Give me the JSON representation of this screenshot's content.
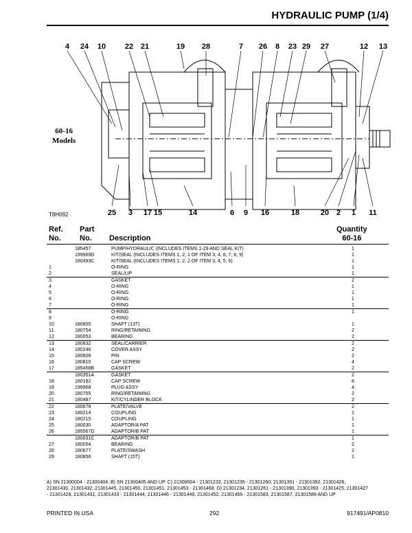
{
  "page": {
    "title": "HYDRAULIC PUMP (1/4)",
    "figure_id": "T8H092",
    "models_label_line1": "60-16",
    "models_label_line2": "Models"
  },
  "callouts_top": [
    "4",
    "24",
    "10",
    "22",
    "21",
    "19",
    "28",
    "7",
    "26",
    "8",
    "23",
    "29",
    "27",
    "12",
    "13"
  ],
  "callouts_bottom": [
    "25",
    "3",
    "17",
    "15",
    "14",
    "6",
    "9",
    "16",
    "18",
    "20",
    "2",
    "1",
    "11"
  ],
  "table_header": {
    "ref_line1": "Ref.",
    "ref_line2": "No.",
    "part_line1": "Part",
    "part_line2": "No.",
    "description": "Description",
    "qty_line1": "Quantity",
    "qty_line2": "60-16"
  },
  "rows": [
    {
      "ref": "",
      "part": "185457",
      "desc": "PUMP/HYDRAULIC (INCLUDES ITEMS 1-29 AND SEAL KIT)",
      "qty": "1",
      "sep": false
    },
    {
      "ref": "",
      "part": "199969D",
      "desc": "KIT/SEAL (INCLUDES ITEMS 1, 2, 1 OF  ITEM 3, 4, 6, 7, 8, 9)",
      "qty": "1",
      "sep": false
    },
    {
      "ref": "",
      "part": "180493C",
      "desc": "KIT/SEAL (INCLUDES ITEMS 1, 2, 2 OF ITEM 3, 4, 5, 6)",
      "qty": "1",
      "sep": false
    },
    {
      "ref": "1",
      "part": "",
      "desc": "O-RING",
      "qty": "1",
      "sep": false
    },
    {
      "ref": "2",
      "part": "",
      "desc": "SEAL/LIP",
      "qty": "1",
      "sep": false
    },
    {
      "ref": "3",
      "part": "",
      "desc": "GASKET",
      "qty": "2",
      "sep": true
    },
    {
      "ref": "4",
      "part": "",
      "desc": "O-RING",
      "qty": "1",
      "sep": false
    },
    {
      "ref": "5",
      "part": "",
      "desc": "O-RING",
      "qty": "1",
      "sep": false
    },
    {
      "ref": "6",
      "part": "",
      "desc": "O-RING",
      "qty": "1",
      "sep": false
    },
    {
      "ref": "7",
      "part": "",
      "desc": "O-RING",
      "qty": "1",
      "sep": false
    },
    {
      "ref": "8",
      "part": "",
      "desc": "O-RING",
      "qty": "1",
      "sep": true
    },
    {
      "ref": "9",
      "part": "",
      "desc": "O-RING",
      "qty": "",
      "sep": false
    },
    {
      "ref": "10",
      "part": "180855",
      "desc": "SHAFT (13T)",
      "qty": "1",
      "sep": false
    },
    {
      "ref": "11",
      "part": "180754",
      "desc": "RING/RETAINING",
      "qty": "2",
      "sep": false
    },
    {
      "ref": "12",
      "part": "180053",
      "desc": "BEARING",
      "qty": "2",
      "sep": false
    },
    {
      "ref": "13",
      "part": "180832",
      "desc": "SEAL/CARRIER",
      "qty": "2",
      "sep": true
    },
    {
      "ref": "14",
      "part": "180246",
      "desc": "COVER ASSY",
      "qty": "2",
      "sep": false
    },
    {
      "ref": "15",
      "part": "180609",
      "desc": "PIN",
      "qty": "2",
      "sep": false
    },
    {
      "ref": "16",
      "part": "180810",
      "desc": "CAP SCREW",
      "qty": "4",
      "sep": false
    },
    {
      "ref": "17",
      "part": "185458B",
      "desc": "GASKET",
      "qty": "2",
      "sep": false
    },
    {
      "ref": "",
      "part": "180351A",
      "desc": "GASKET",
      "qty": "2",
      "sep": true
    },
    {
      "ref": "18",
      "part": "180182",
      "desc": "CAP SCREW",
      "qty": "8",
      "sep": false
    },
    {
      "ref": "19",
      "part": "199968",
      "desc": "PLUG ASSY",
      "qty": "4",
      "sep": false
    },
    {
      "ref": "20",
      "part": "180755",
      "desc": "RING/RETAINING",
      "qty": "2",
      "sep": false
    },
    {
      "ref": "21",
      "part": "180487",
      "desc": "KIT/CYLINDER BLOCK",
      "qty": "2",
      "sep": false
    },
    {
      "ref": "22",
      "part": "180678",
      "desc": "PLATE/VALVE",
      "qty": "2",
      "sep": true
    },
    {
      "ref": "23",
      "part": "180214",
      "desc": "COUPLING",
      "qty": "1",
      "sep": false
    },
    {
      "ref": "24",
      "part": "180215",
      "desc": "COUPLING",
      "qty": "1",
      "sep": false
    },
    {
      "ref": "25",
      "part": "180030",
      "desc": "ADAPTOR/A PAT",
      "qty": "1",
      "sep": false
    },
    {
      "ref": "26",
      "part": "185567D",
      "desc": "ADAPTOR/B PAT",
      "qty": "1",
      "sep": false
    },
    {
      "ref": "",
      "part": "180031C",
      "desc": "ADAPTOR/B PAT",
      "qty": "1",
      "sep": true
    },
    {
      "ref": "27",
      "part": "180054",
      "desc": "BEARING",
      "qty": "2",
      "sep": false
    },
    {
      "ref": "28",
      "part": "180677",
      "desc": "PLATE/SWASH",
      "qty": "2",
      "sep": false
    },
    {
      "ref": "29",
      "part": "180856",
      "desc": "SHAFT (15T)",
      "qty": "1",
      "sep": false
    }
  ],
  "notes": [
    "A) SN 21300004 - 21300404.  B) SN 21300405 AND UP.  C) 21300004 - 21301233, 21301235 - 21301260, 21301391 - 21301392, 21301426,",
    "21301430, 21301432, 21301445, 21301450, 21301451, 21301453 - 21301468.  D) 21301234, 21301261 - 21301390, 21301393 - 21301425, 21301427",
    "- 21301429, 21301431, 21301433 - 21301444, 21301446 - 21301449, 21301452, 21301469 - 21301583, 21301587, 21301589 AND UP"
  ],
  "footer": {
    "left": "PRINTED IN USA",
    "page_number": "292",
    "doc_number": "917491/AP0810"
  }
}
